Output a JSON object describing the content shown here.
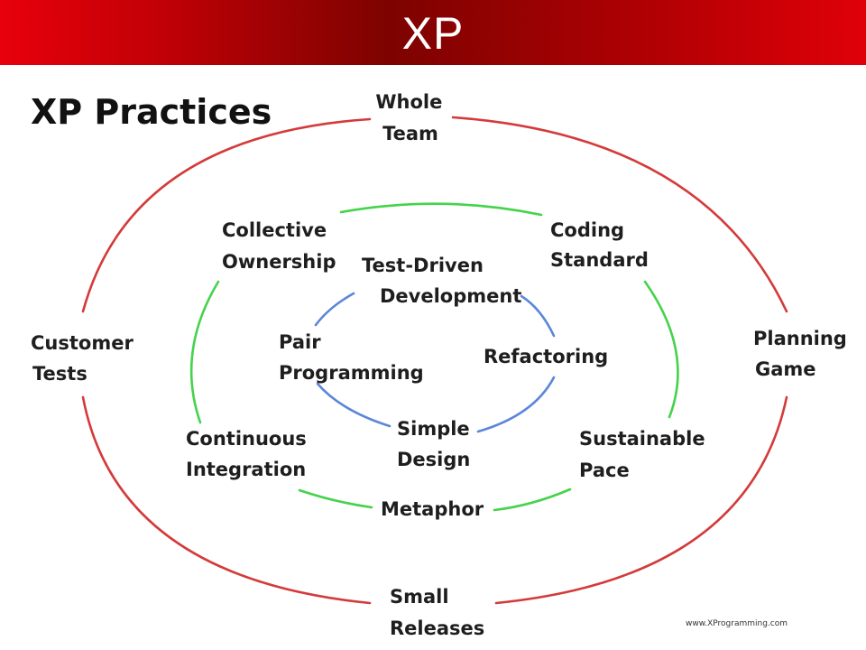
{
  "slide": {
    "title": "XP",
    "colors": {
      "banner_red": "#d10008",
      "banner_dark": "#7d0300",
      "outer_ring": "#d43a3a",
      "middle_ring": "#44d34a",
      "inner_ring": "#5b86d9"
    }
  },
  "diagram": {
    "title": "XP Practices",
    "outer_ring": {
      "whole_team": [
        "Whole",
        "Team"
      ],
      "planning_game": [
        "Planning",
        "Game"
      ],
      "small_releases": [
        "Small",
        "Releases"
      ],
      "customer_tests": [
        "Customer",
        "Tests"
      ]
    },
    "middle_ring": {
      "collective_ownership": [
        "Collective",
        "Ownership"
      ],
      "coding_standard": [
        "Coding",
        "Standard"
      ],
      "sustainable_pace": [
        "Sustainable",
        "Pace"
      ],
      "metaphor": [
        "Metaphor"
      ],
      "continuous_integration": [
        "Continuous",
        "Integration"
      ]
    },
    "inner_ring": {
      "test_driven_development": [
        "Test-Driven",
        "Development"
      ],
      "refactoring": [
        "Refactoring"
      ],
      "simple_design": [
        "Simple",
        "Design"
      ],
      "pair_programming": [
        "Pair",
        "Programming"
      ]
    },
    "credit": "www.XProgramming.com"
  }
}
